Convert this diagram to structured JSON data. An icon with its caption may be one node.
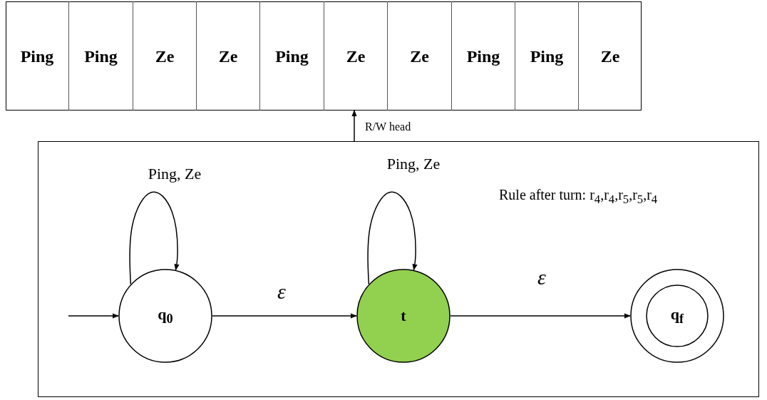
{
  "diagram": {
    "nodes": [
      {
        "text": [],
        "shape": "box"
      },
      {
        "text": [
          "Ping"
        ],
        "in": 0
      },
      {
        "text": [
          "Ping"
        ],
        "in": 0
      },
      {
        "text": [
          "Ze"
        ],
        "in": 0
      },
      {
        "text": [
          "Ze"
        ],
        "in": 0
      },
      {
        "text": [
          "Ping"
        ],
        "in": 0
      },
      {
        "text": [
          "Ze"
        ],
        "in": 0
      },
      {
        "text": [
          "Ze"
        ],
        "in": 0
      },
      {
        "text": [
          "Ping"
        ],
        "in": 0
      },
      {
        "text": [
          "Ping"
        ],
        "in": 0
      },
      {
        "text": [
          "Ze"
        ],
        "in": 0
      },
      {
        "text": [],
        "shape": "box"
      },
      {
        "text": [
          "q$_{0}$"
        ],
        "in": 11
      },
      {
        "text": [
          "t"
        ],
        "in": 11
      },
      {
        "text": [
          "q$_{f}$"
        ],
        "in": 11
      }
    ],
    "edges": [
      {
        "from": 11,
        "to": 6,
        "arrow": "to",
        "label": "R/W head"
      },
      {
        "from": null,
        "to": 12,
        "arrow": "to"
      },
      {
        "from": 12,
        "to": 12,
        "arrow": "to",
        "label": "Ping, Ze"
      },
      {
        "from": 12,
        "to": 13,
        "arrow": "to",
        "label": "ε"
      },
      {
        "from": 13,
        "to": 13,
        "arrow": "to",
        "label": "Ping, Ze"
      },
      {
        "from": 13,
        "to": 14,
        "arrow": "to",
        "label": "ε"
      }
    ],
    "labels": [
      "Rule after turn: r$_{4}$,r$_{4}$,r$_{5}$,r$_{5}$,r$_{4}$"
    ]
  }
}
